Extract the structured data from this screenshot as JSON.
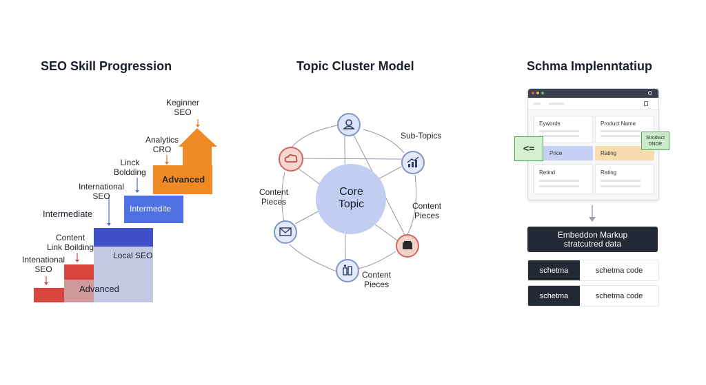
{
  "panels": {
    "left": {
      "title": "SEO Skill Progression",
      "labels": {
        "beginner_seo": "Keginner\nSEO",
        "analytics_cro": "Analytics\nCRO",
        "link_building": "Linck\nBoldding",
        "international_seo_top": "International\nSEO",
        "intermediate": "Intermediate",
        "content_link_building": "Content\nLink Boilding",
        "international_seo_bottom": "Intenational\nSEO"
      },
      "blocks": {
        "advanced_top": "Advanced",
        "intermediate_block": "Intermedite",
        "local_seo": "Local SEO",
        "advanced_bottom": "Advanced"
      },
      "colors": {
        "red": "#d9443f",
        "blue": "#3f5bd0",
        "orange": "#f08a24"
      }
    },
    "middle": {
      "title": "Topic Cluster Model",
      "core": "Core\nTopic",
      "labels": {
        "sub_topics": "Sub-Topics",
        "content_pieces_left": "Content\nPieces",
        "content_pieces_right": "Content\nPieces",
        "content_pieces_bottom": "Content\nPieces"
      },
      "nodes": [
        "user-icon",
        "chart-icon",
        "box-icon",
        "people-icon",
        "mail-icon",
        "cloud-icon"
      ]
    },
    "right": {
      "title": "Schma Implenntatiup",
      "cards": {
        "keywords": "Eywords",
        "product_name": "Product Name",
        "price": "Price",
        "rating_top": "Rating",
        "retind": "Retind",
        "rating_bottom": "Rating"
      },
      "badge": "Strodwct\nDNOE",
      "arrow_icon": "<=",
      "markup_box": "Embeddon Markup\nstratcutred data",
      "rows": [
        {
          "key": "schetma",
          "value": "schetma code"
        },
        {
          "key": "schetma",
          "value": "schetma code"
        }
      ]
    }
  }
}
